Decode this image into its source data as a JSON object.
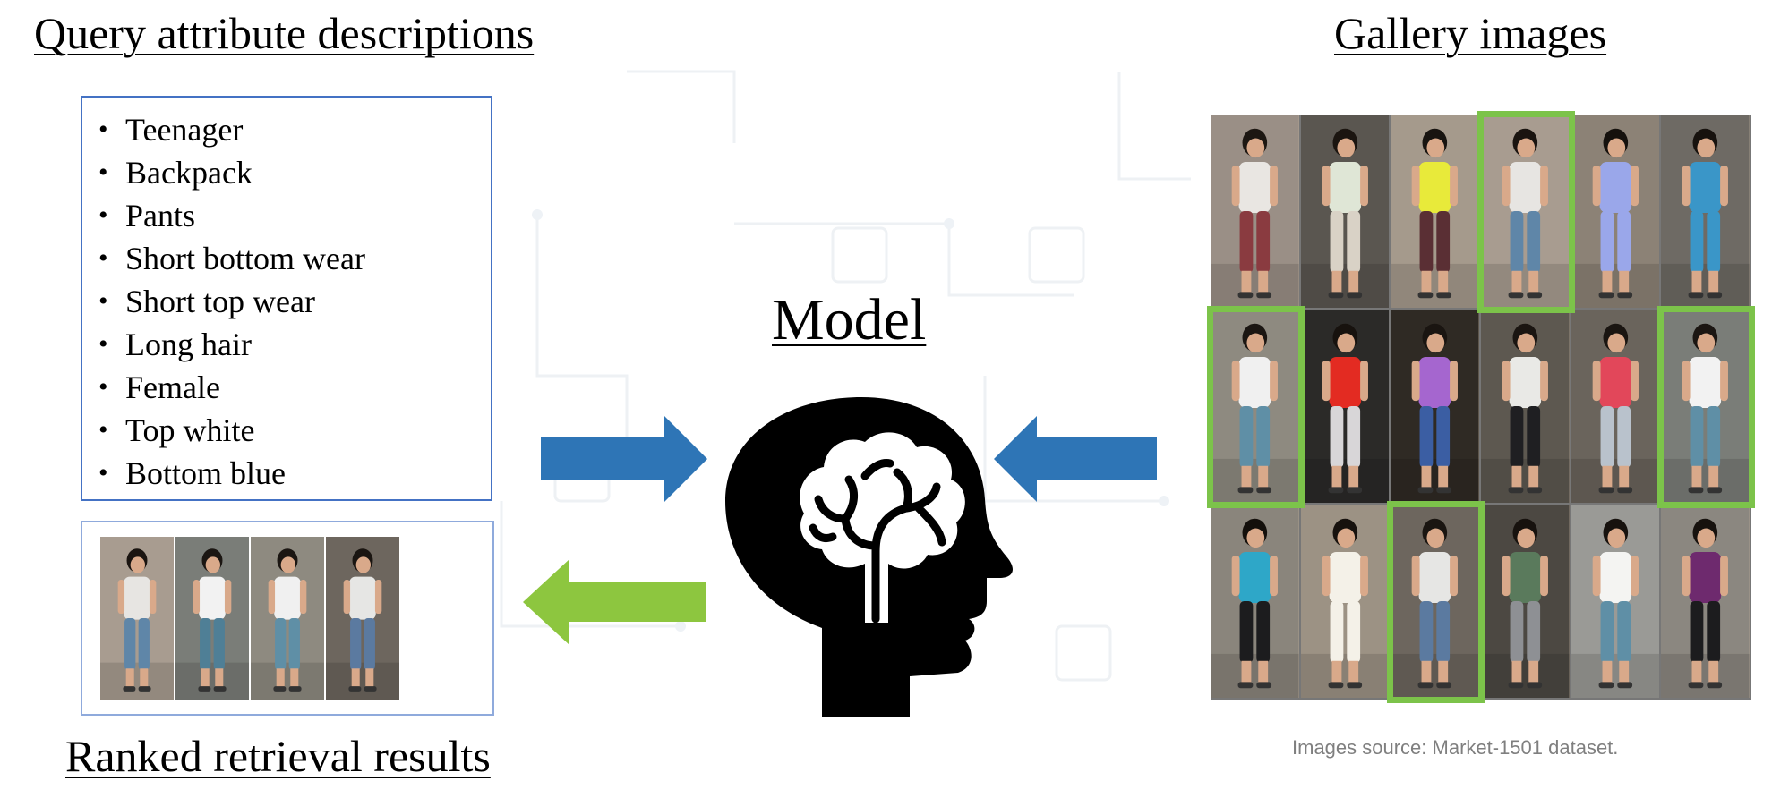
{
  "titles": {
    "query": "Query attribute descriptions",
    "gallery": "Gallery images",
    "model": "Model",
    "ranked": "Ranked retrieval results"
  },
  "attributes": [
    "Teenager",
    "Backpack",
    "Pants",
    "Short bottom wear",
    "Short top wear",
    "Long hair",
    "Female",
    "Top white",
    "Bottom blue"
  ],
  "source_note": "Images source: Market-1501 dataset.",
  "colors": {
    "arrow_blue": "#2e75b6",
    "arrow_green": "#8dc63f",
    "highlight_frame": "#7cc34a",
    "attr_box_border": "#4472c4",
    "results_box_border": "#8faadc"
  },
  "icons": {
    "model": "head-brain-icon"
  },
  "gallery": {
    "rows": 3,
    "cols": 6,
    "persons": [
      {
        "top": "#e9e6e2",
        "bottom": "#8a3b40",
        "hair": "#1d1712",
        "bg": "#9a8f86"
      },
      {
        "top": "#dfe6d6",
        "bottom": "#d9d2c6",
        "hair": "#1b1510",
        "bg": "#5a5650"
      },
      {
        "top": "#e8ea3a",
        "bottom": "#5a2f34",
        "hair": "#181410",
        "bg": "#a59a8c"
      },
      {
        "top": "#e7e5e2",
        "bottom": "#5f86a8",
        "hair": "#1a1410",
        "bg": "#a89c90"
      },
      {
        "top": "#9aa7ea",
        "bottom": "#9aa7ea",
        "hair": "#15110d",
        "bg": "#8c8276"
      },
      {
        "top": "#3a96c8",
        "bottom": "#3a96c8",
        "hair": "#17120e",
        "bg": "#6e6a64"
      },
      {
        "top": "#f0f0f0",
        "bottom": "#5f8fa6",
        "hair": "#1b1612",
        "bg": "#8e8a80"
      },
      {
        "top": "#e32b22",
        "bottom": "#d8d6d8",
        "hair": "#17120e",
        "bg": "#2b2a28"
      },
      {
        "top": "#a566cf",
        "bottom": "#3b5ea3",
        "hair": "#1a1511",
        "bg": "#2f2a24"
      },
      {
        "top": "#e9e9e6",
        "bottom": "#1f1f22",
        "hair": "#1a1511",
        "bg": "#5d5850"
      },
      {
        "top": "#e2475a",
        "bottom": "#b9c2cc",
        "hair": "#1a1511",
        "bg": "#6a645c"
      },
      {
        "top": "#f2f2f2",
        "bottom": "#5f8fa6",
        "hair": "#1b1612",
        "bg": "#7a7d78"
      },
      {
        "top": "#2ea7c8",
        "bottom": "#1c1c1e",
        "hair": "#14100c",
        "bg": "#8a857c"
      },
      {
        "top": "#f4f1e8",
        "bottom": "#f4f1e8",
        "hair": "#17120e",
        "bg": "#9c9284"
      },
      {
        "top": "#e6e6e4",
        "bottom": "#5b7aa0",
        "hair": "#1a1511",
        "bg": "#6d665e"
      },
      {
        "top": "#5a7a5c",
        "bottom": "#8e9094",
        "hair": "#17120e",
        "bg": "#4c4842"
      },
      {
        "top": "#f4f4f2",
        "bottom": "#5f8fa6",
        "hair": "#17120e",
        "bg": "#9a9a96"
      },
      {
        "top": "#6e2a6e",
        "bottom": "#1c1c1e",
        "hair": "#17120e",
        "bg": "#8b8780"
      }
    ],
    "highlighted": [
      3,
      6,
      11,
      14
    ]
  },
  "results": {
    "persons": [
      {
        "top": "#e7e5e2",
        "bottom": "#5f86a8",
        "hair": "#1a1410",
        "bg": "#a89c90"
      },
      {
        "top": "#f2f2f2",
        "bottom": "#4f7f96",
        "hair": "#1b1612",
        "bg": "#7a7d78"
      },
      {
        "top": "#f0f0f0",
        "bottom": "#5f8fa6",
        "hair": "#1b1612",
        "bg": "#8e8a80"
      },
      {
        "top": "#e6e6e4",
        "bottom": "#5b7aa0",
        "hair": "#1a1511",
        "bg": "#6d665e"
      }
    ]
  }
}
